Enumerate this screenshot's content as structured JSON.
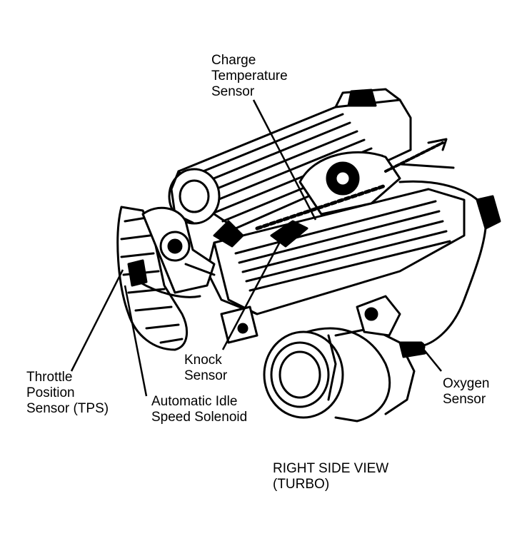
{
  "diagram": {
    "caption": {
      "line1": "RIGHT SIDE VIEW",
      "line2": "(TURBO)"
    },
    "labels": {
      "charge_temp": [
        "Charge",
        "Temperature",
        "Sensor"
      ],
      "knock": [
        "Knock",
        "Sensor"
      ],
      "tps": [
        "Throttle",
        "Position",
        "Sensor (TPS)"
      ],
      "idle": [
        "Automatic Idle",
        "Speed Solenoid"
      ],
      "oxygen": [
        "Oxygen",
        "Sensor"
      ]
    },
    "colors": {
      "ink": "#000000",
      "paper": "#ffffff"
    }
  }
}
